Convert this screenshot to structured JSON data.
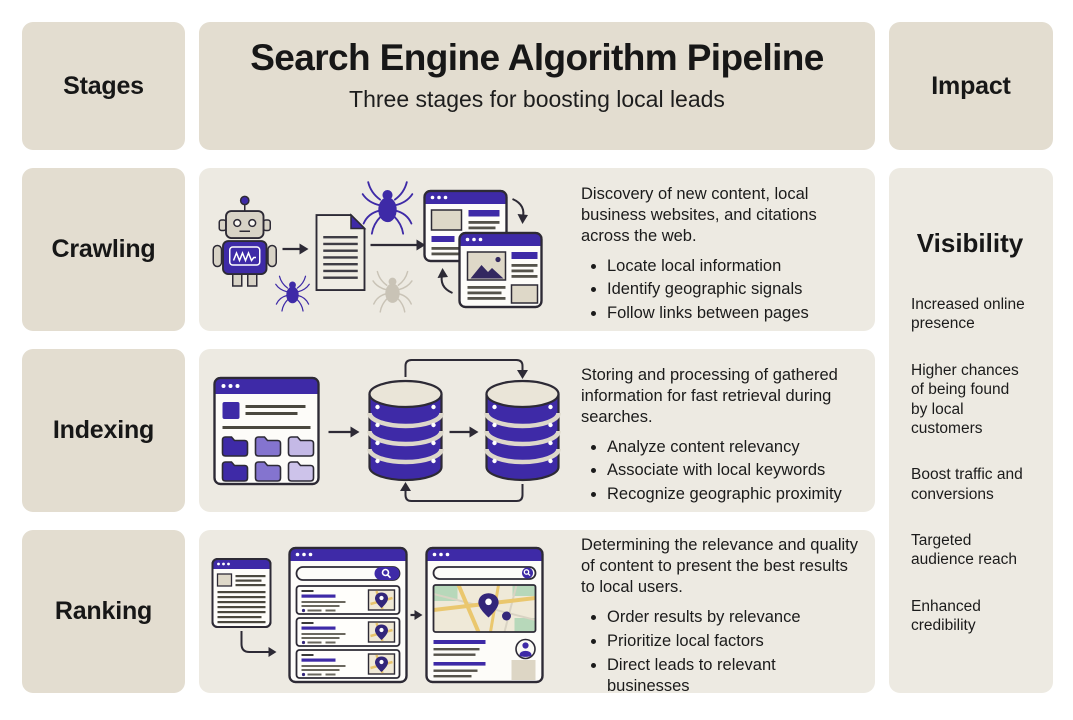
{
  "header": {
    "stages_label": "Stages",
    "title": "Search Engine Algorithm Pipeline",
    "subtitle": "Three stages for boosting local leads",
    "impact_label": "Impact"
  },
  "stages": [
    {
      "label": "Crawling",
      "description": "Discovery of new content, local business websites, and citations across the web.",
      "bullets": [
        "Locate local information",
        "Identify geographic signals",
        "Follow links between pages"
      ],
      "illustration_icons": [
        "robot-icon",
        "spider-icon",
        "document-icon",
        "browser-window-icon",
        "cycle-arrow-icon"
      ]
    },
    {
      "label": "Indexing",
      "description": "Storing and processing of gathered information for fast retrieval during searches.",
      "bullets": [
        "Analyze content relevancy",
        "Associate with local keywords",
        "Recognize geographic proximity"
      ],
      "illustration_icons": [
        "folder-window-icon",
        "database-icon",
        "loop-arrow-icon"
      ]
    },
    {
      "label": "Ranking",
      "description": "Determining the relevance and quality of content to present the best results to local users.",
      "bullets": [
        "Order results by relevance",
        "Prioritize local factors",
        "Direct leads to relevant businesses"
      ],
      "illustration_icons": [
        "document-window-icon",
        "search-results-window-icon",
        "map-window-icon",
        "location-pin-icon"
      ]
    }
  ],
  "impact": {
    "heading": "Visibility",
    "items": [
      "Increased online presence",
      "Higher chances of being found by local customers",
      "Boost traffic and conversions",
      "Targeted audience reach",
      "Enhanced credibility"
    ]
  },
  "colors": {
    "accent_purple": "#3e2aa7",
    "pin_indigo": "#33267a",
    "panel_dark": "#e3ddd0",
    "panel_light": "#edeae2",
    "placeholder_beige": "#ded8c8"
  }
}
